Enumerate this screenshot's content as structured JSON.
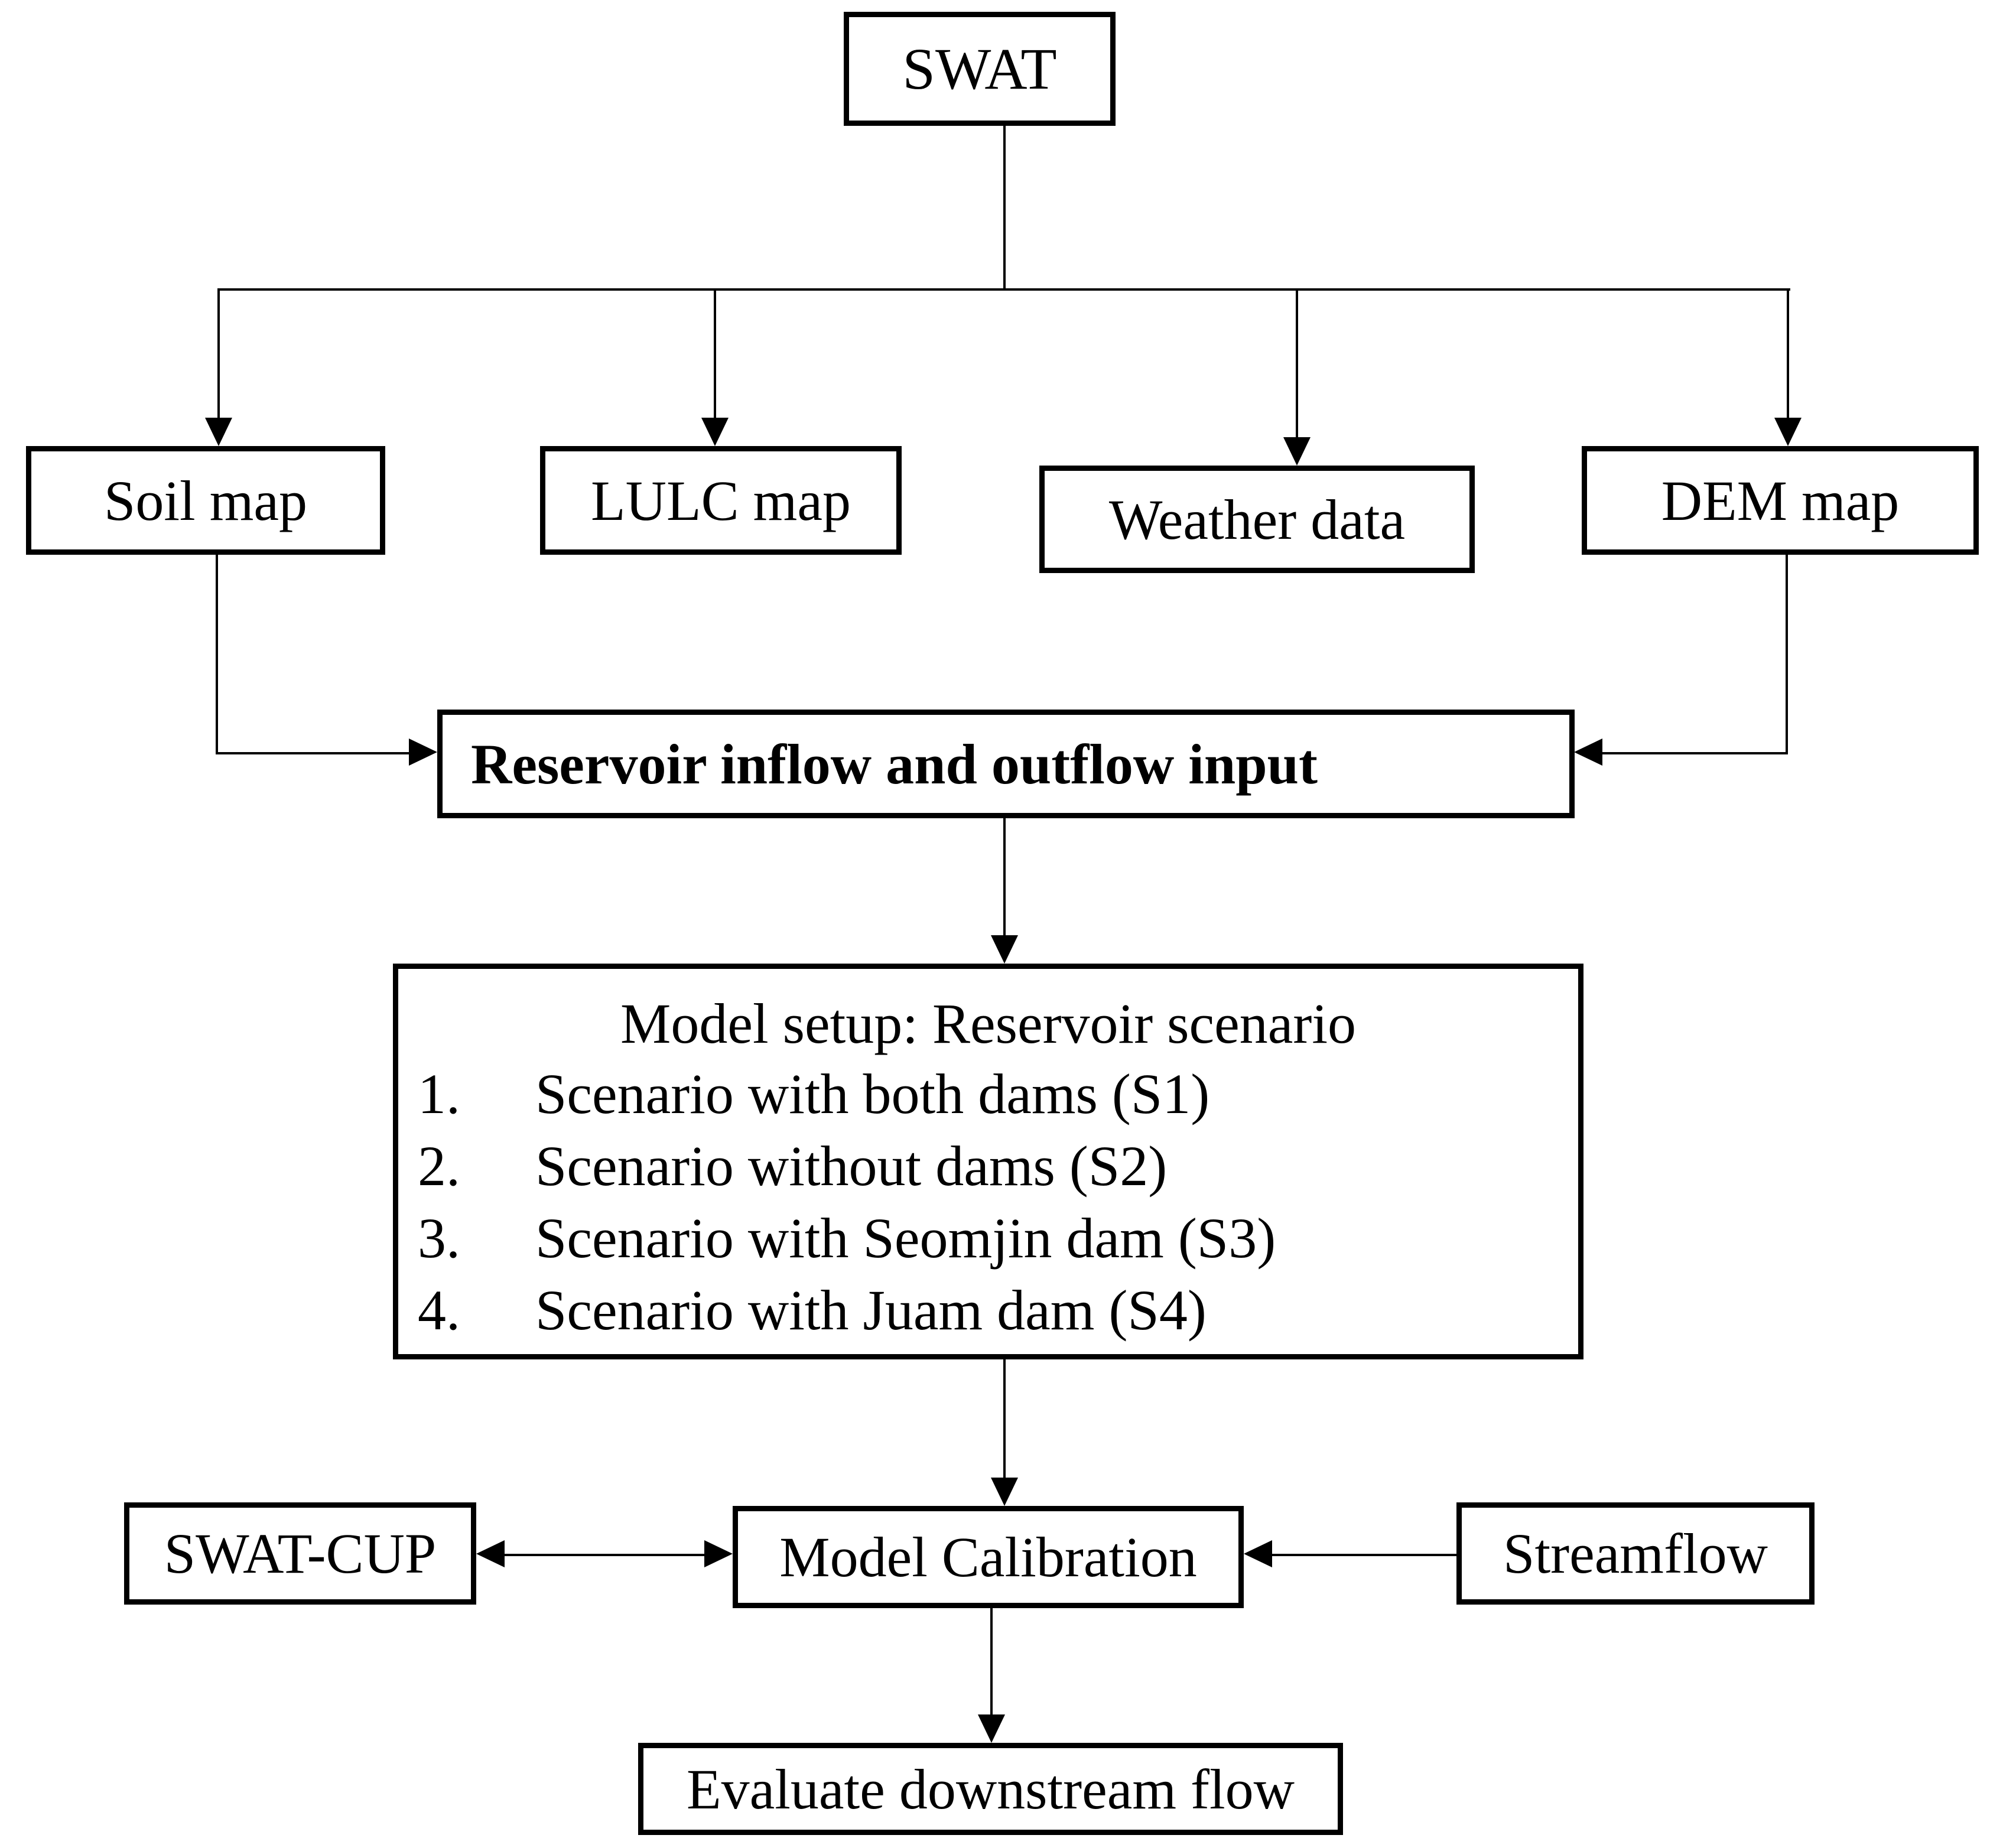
{
  "figure": {
    "ink_color": "#000000",
    "background_color": "#ffffff"
  },
  "nodes": {
    "swat": {
      "label": "SWAT"
    },
    "soil_map": {
      "label": "Soil map"
    },
    "lulc_map": {
      "label": "LULC map"
    },
    "weather_data": {
      "label": "Weather data"
    },
    "dem_map": {
      "label": "DEM map"
    },
    "reservoir_input": {
      "label": "Reservoir inflow and outflow input"
    },
    "model_setup": {
      "title": "Model setup: Reservoir scenario",
      "items": [
        {
          "num": "1.",
          "text": "Scenario with both dams (S1)"
        },
        {
          "num": "2.",
          "text": "Scenario without dams (S2)"
        },
        {
          "num": "3.",
          "text": "Scenario with Seomjin dam (S3)"
        },
        {
          "num": "4.",
          "text": "Scenario with Juam dam (S4)"
        }
      ]
    },
    "swat_cup": {
      "label": "SWAT-CUP"
    },
    "model_calibration": {
      "label": "Model Calibration"
    },
    "streamflow": {
      "label": "Streamflow"
    },
    "evaluate_downstream_flow": {
      "label": "Evaluate downstream flow"
    }
  }
}
